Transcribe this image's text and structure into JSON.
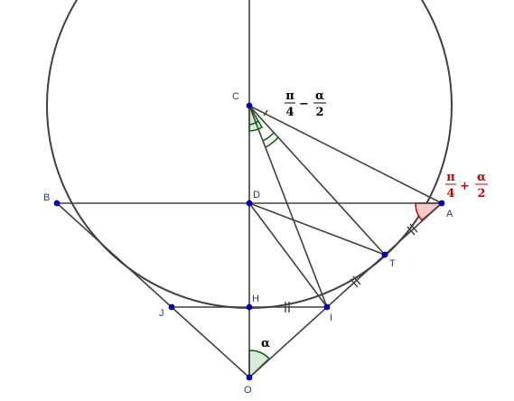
{
  "figure": {
    "points": {
      "A": "A",
      "B": "B",
      "C": "C",
      "D": "D",
      "H": "H",
      "I": "I",
      "J": "J",
      "O": "O",
      "T": "T"
    },
    "angle_at_C": {
      "left_num": "π",
      "left_den": "4",
      "op": "−",
      "right_num": "α",
      "right_den": "2"
    },
    "angle_at_A": {
      "left_num": "π",
      "left_den": "4",
      "op": "+",
      "right_num": "α",
      "right_den": "2"
    },
    "angle_at_O": "α",
    "colors": {
      "stroke": "#404040",
      "point": "#0000cc",
      "angle_green": "#006400",
      "angle_green_fill": "#d9ead9",
      "angle_red": "#cc0000",
      "angle_red_fill": "#f2cccc",
      "label": "#1f3d7a"
    }
  }
}
